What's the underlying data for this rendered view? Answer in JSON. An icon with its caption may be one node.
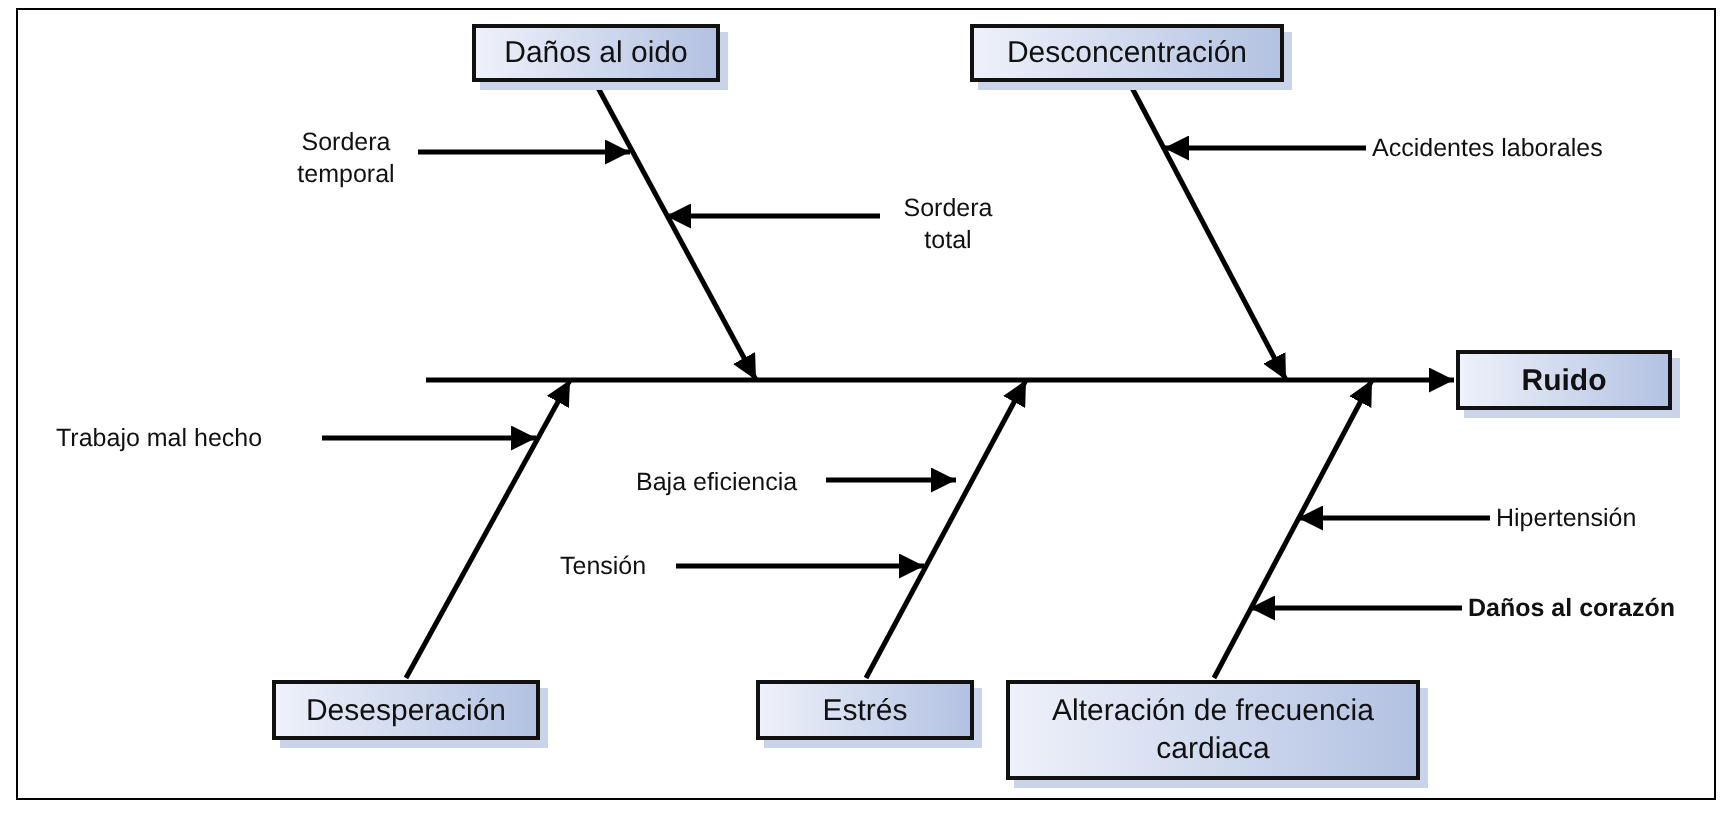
{
  "diagram": {
    "nodes": [
      {
        "text": [
          "Daños al oido"
        ]
      },
      {
        "text": [
          "Desconcentración"
        ]
      },
      {
        "text": [
          "Ruido"
        ]
      },
      {
        "text": [
          "Sordera temporal"
        ]
      },
      {
        "text": [
          "Sordera total"
        ]
      },
      {
        "text": [
          "Accidentes laborales"
        ]
      },
      {
        "text": [
          "Trabajo mal hecho"
        ]
      },
      {
        "text": [
          "Baja eficiencia"
        ]
      },
      {
        "text": [
          "Tensión"
        ]
      },
      {
        "text": [
          "Hipertensión"
        ]
      },
      {
        "text": [
          "Daños al corazón"
        ]
      },
      {
        "text": [
          "Desesperación"
        ]
      },
      {
        "text": [
          "Estrés"
        ]
      },
      {
        "text": [
          "Alteración de frecuencia cardiaca"
        ]
      }
    ],
    "edges": [
      {
        "from": null,
        "to": 2,
        "arrow": "to"
      },
      {
        "from": 0,
        "to": null,
        "arrow": "to"
      },
      {
        "from": 1,
        "to": null,
        "arrow": "to"
      },
      {
        "from": 11,
        "to": null,
        "arrow": "to"
      },
      {
        "from": 12,
        "to": null,
        "arrow": "to"
      },
      {
        "from": 13,
        "to": null,
        "arrow": "to"
      },
      {
        "from": 3,
        "to": null,
        "arrow": "to"
      },
      {
        "from": 4,
        "to": null,
        "arrow": "to"
      },
      {
        "from": 5,
        "to": null,
        "arrow": "to"
      },
      {
        "from": 6,
        "to": null,
        "arrow": "to"
      },
      {
        "from": 7,
        "to": null,
        "arrow": "to"
      },
      {
        "from": 8,
        "to": null,
        "arrow": "to"
      },
      {
        "from": 9,
        "to": null,
        "arrow": "to"
      },
      {
        "from": 10,
        "to": null,
        "arrow": "to"
      }
    ]
  }
}
